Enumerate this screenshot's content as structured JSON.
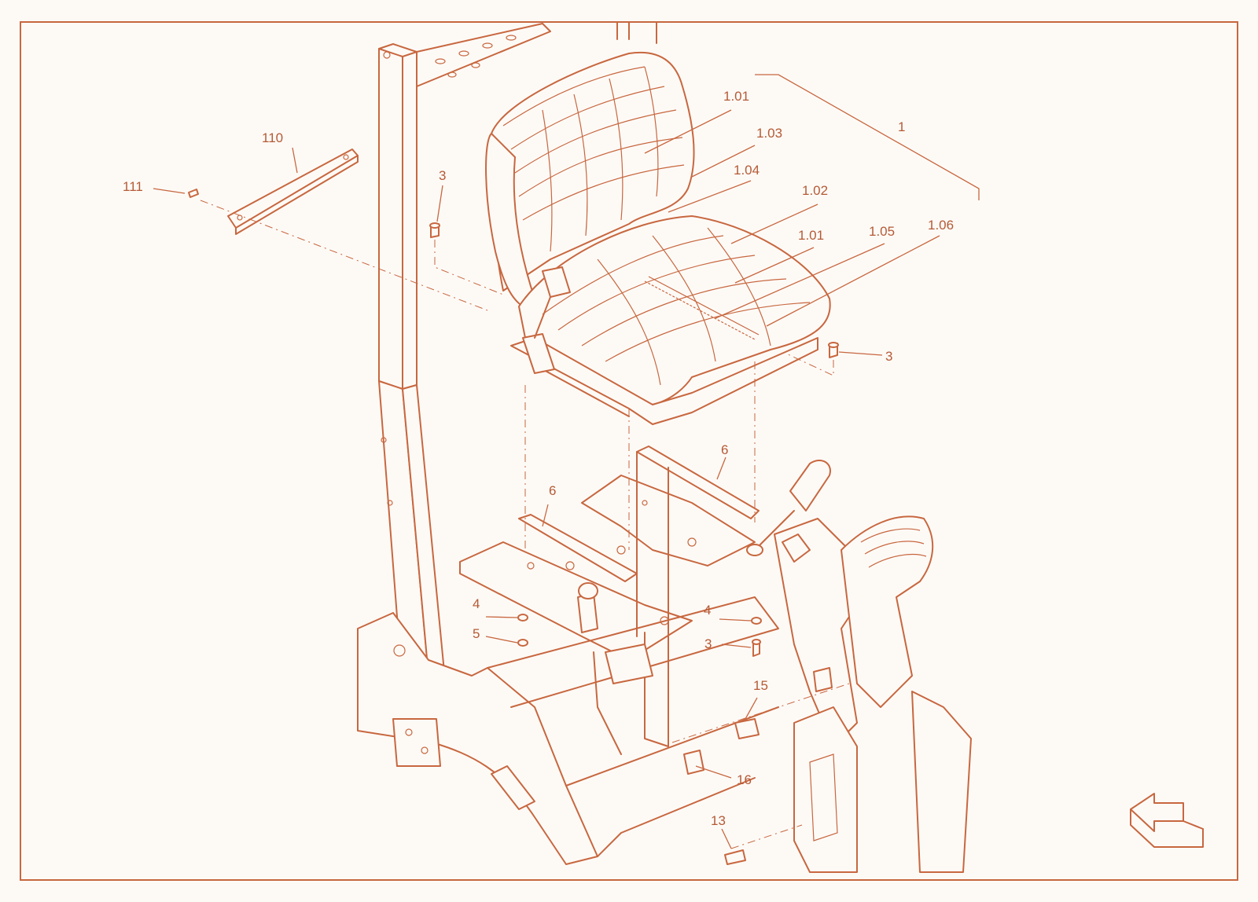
{
  "drawing": {
    "line_color": "#c8673f",
    "text_color": "#b55a35",
    "background": "#fdfaf6"
  },
  "callouts": {
    "seat_assembly": "1",
    "seat_cushion_upper": "1.01",
    "seat_cushion_lower": "1.01",
    "backrest_cover": "1.03",
    "seat_belt": "1.04",
    "seat_cushion": "1.02",
    "seat_pan": "1.05",
    "seat_rail": "1.06",
    "bolt_top": "3",
    "bolt_right": "3",
    "bolt_lower": "3",
    "washer_left": "4",
    "washer_right": "4",
    "nut_left": "5",
    "rail_left": "6",
    "rail_right": "6",
    "bracket": "110",
    "screw": "111",
    "switch_15": "15",
    "switch_16": "16",
    "switch_13": "13"
  },
  "icons": {
    "orientation_arrow": "direction-arrow-icon"
  }
}
